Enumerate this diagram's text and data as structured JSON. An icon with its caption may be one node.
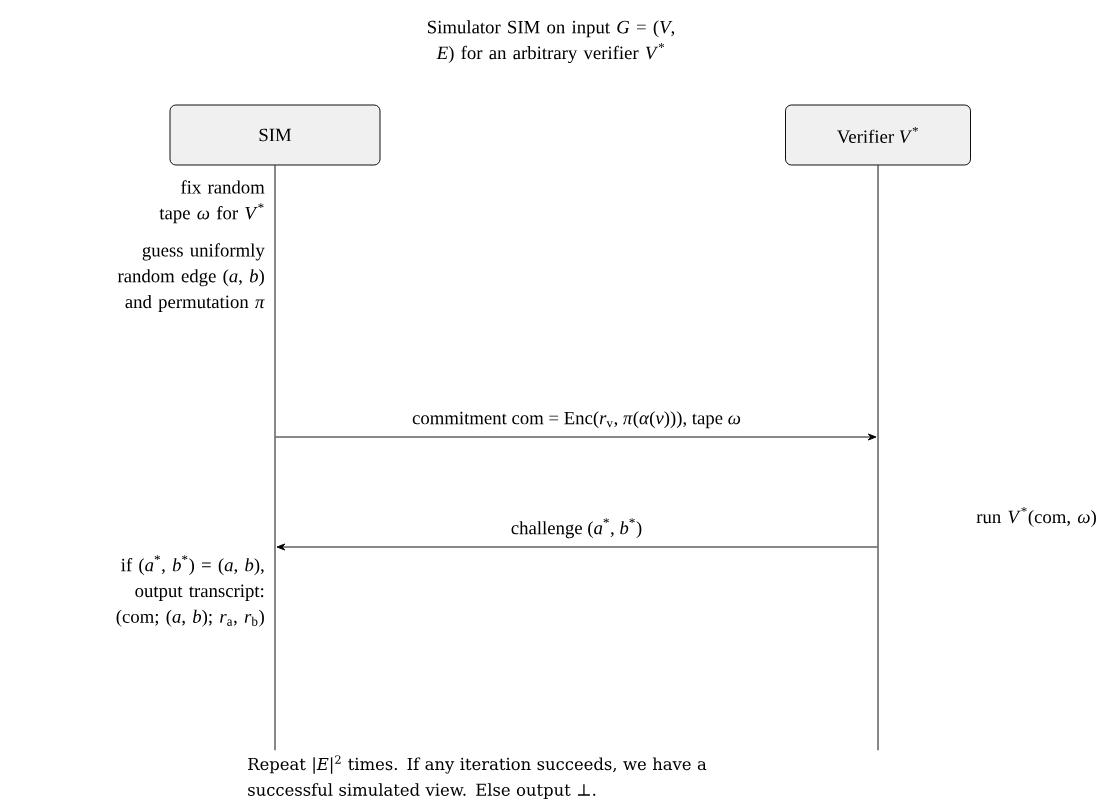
{
  "diagram": {
    "title": "Simulator SIM on input *G* = (*V*, *E*) for an arbitrary verifier *V*$^{*}$",
    "caption": "Repeat |*E*|$^{2}$ times. If any iteration succeeds, we have a successful simulated view. Else output ⊥.",
    "nodes": [
      {
        "text": [
          "SIM"
        ]
      },
      {
        "text": [
          "Verifier *V*$^{*}$"
        ]
      },
      {
        "text": [],
        "shape": "line"
      },
      {
        "text": [],
        "shape": "line"
      }
    ],
    "edges": [
      {
        "from": 2,
        "to": 3,
        "arrow": "to",
        "label": "commitment com = Enc(*r*$_{v}$, *π*(*α*(*v*))), tape *ω*"
      },
      {
        "from": 3,
        "to": 2,
        "arrow": "to",
        "label": "challenge (*a*$^{*}$, *b*$^{*}$)"
      }
    ],
    "labels": [
      "fix random tape *ω* for *V*$^{*}$",
      "guess uniformly random edge (*a*, *b*) and permutation *π*",
      "run *V*$^{*}$(com, *ω*)",
      "if (*a*$^{*}$, *b*$^{*}$) = (*a*, *b*), output transcript: (com; (*a*, *b*); *r*$_{a}$, *r*$_{b}$)"
    ]
  }
}
